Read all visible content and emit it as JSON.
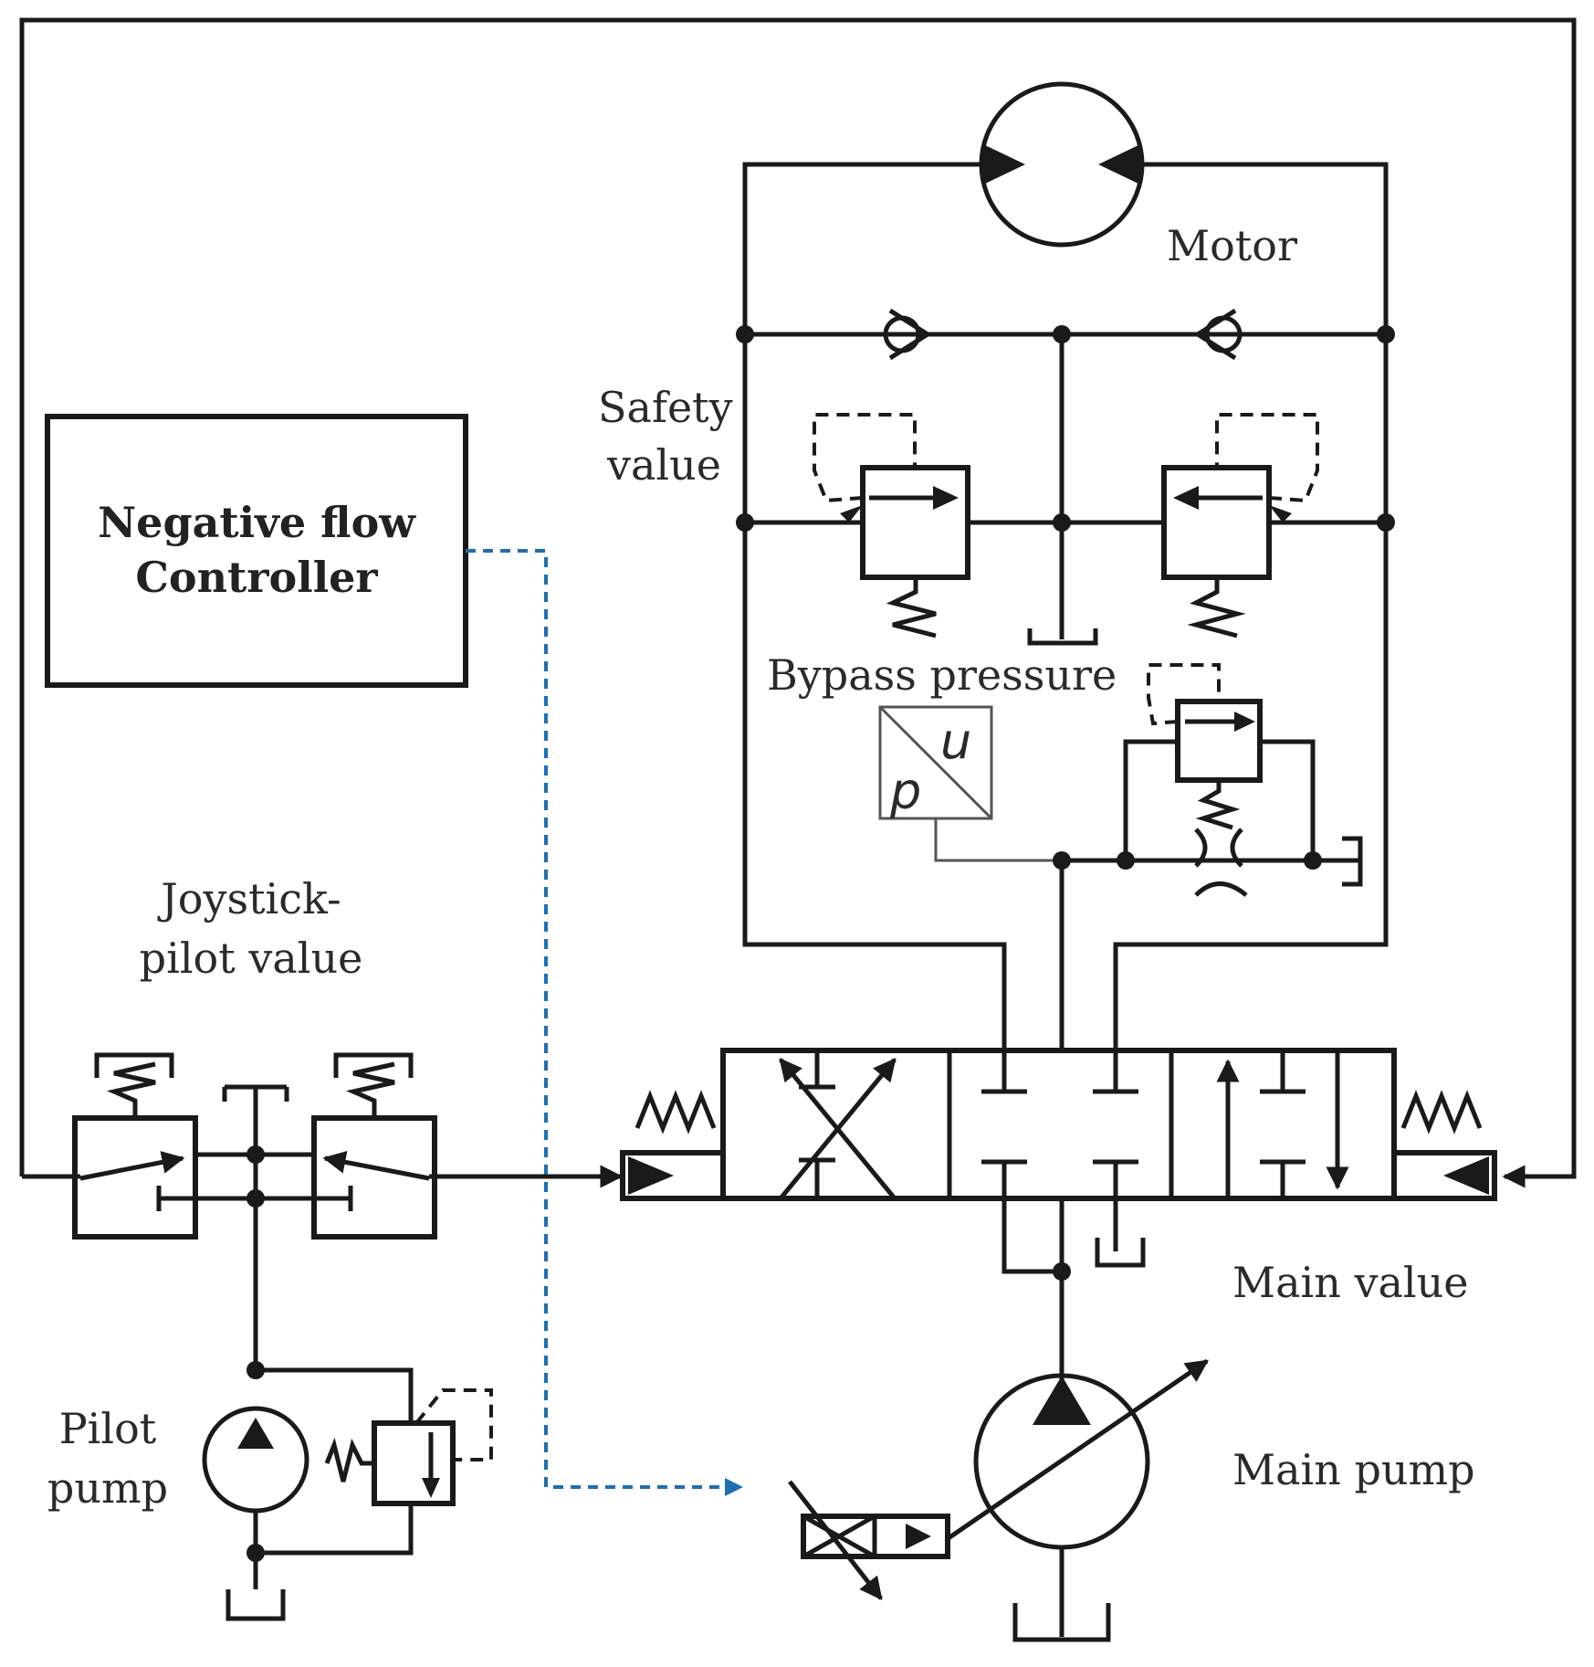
{
  "labels": {
    "motor": "Motor",
    "safety_1": "Safety",
    "safety_2": "value",
    "controller_1": "Negative flow",
    "controller_2": "Controller",
    "bypass": "Bypass pressure",
    "sensor_p": "p",
    "sensor_u": "u",
    "joystick_1": "Joystick-",
    "joystick_2": "pilot value",
    "main_valve": "Main value",
    "pilot_1": "Pilot",
    "pilot_2": "pump",
    "main_pump": "Main pump"
  },
  "colors": {
    "line": "#1a1a1a",
    "signal": "#1f6fb0"
  }
}
